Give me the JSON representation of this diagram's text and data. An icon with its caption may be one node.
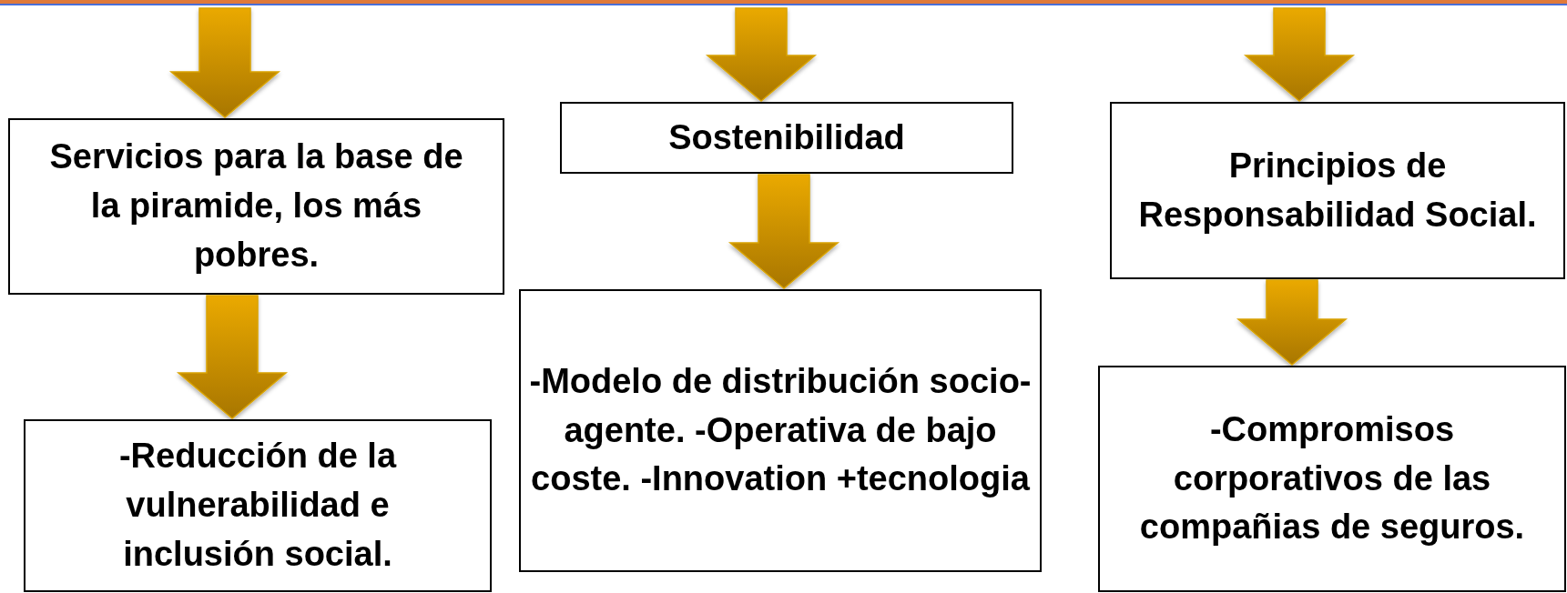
{
  "diagram": {
    "nodes": [
      {
        "text": [
          "Servicios para la base de la piramide, los más pobres."
        ]
      },
      {
        "text": [
          "-Reducción de la vulnerabilidad e inclusión social."
        ]
      },
      {
        "text": [
          "Sostenibilidad"
        ]
      },
      {
        "text": [
          "-Modelo de distribución socio-agente. -Operativa de bajo coste. -Innovation +tecnologia"
        ]
      },
      {
        "text": [
          "Principios de Responsabilidad Social."
        ]
      },
      {
        "text": [
          "-Compromisos corporativos de las compañias de seguros."
        ]
      }
    ],
    "edges": [
      {
        "from": null,
        "to": 0,
        "arrow": "to"
      },
      {
        "from": null,
        "to": 2,
        "arrow": "to"
      },
      {
        "from": null,
        "to": 4,
        "arrow": "to"
      },
      {
        "from": 0,
        "to": 1,
        "arrow": "to"
      },
      {
        "from": 2,
        "to": 3,
        "arrow": "to"
      },
      {
        "from": 4,
        "to": 5,
        "arrow": "to"
      }
    ]
  }
}
